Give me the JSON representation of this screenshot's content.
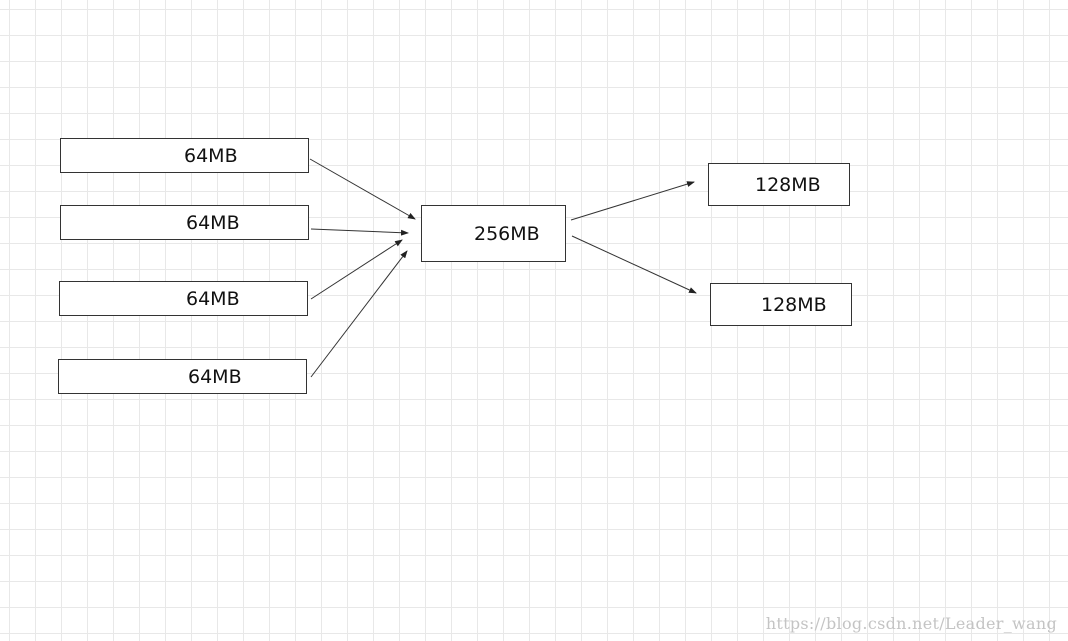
{
  "diagram": {
    "inputs": [
      {
        "label": "64MB"
      },
      {
        "label": "64MB"
      },
      {
        "label": "64MB"
      },
      {
        "label": "64MB"
      }
    ],
    "merged": {
      "label": "256MB"
    },
    "outputs": [
      {
        "label": "128MB"
      },
      {
        "label": "128MB"
      }
    ]
  },
  "watermark": "https://blog.csdn.net/Leader_wang",
  "colors": {
    "grid": "#e8e8e8",
    "stroke": "#333333",
    "text": "#111111",
    "watermark": "#c4c4c4"
  }
}
